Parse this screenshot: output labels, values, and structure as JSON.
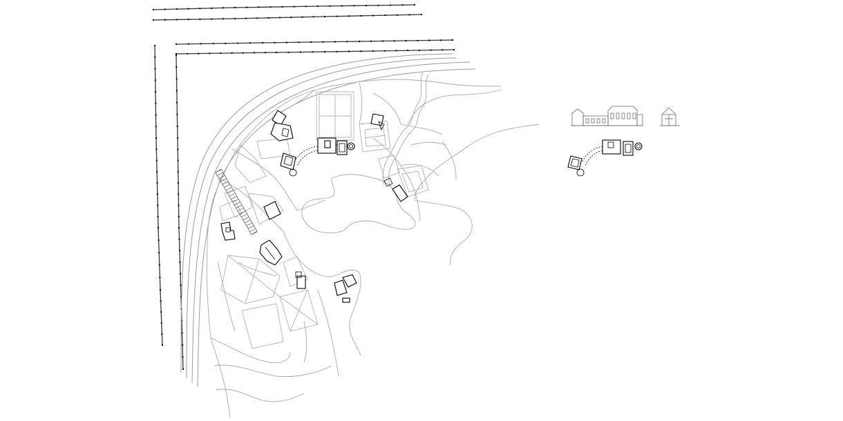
{
  "drawing": {
    "colors": {
      "background": "#ffffff",
      "building_outline": "#000000",
      "landscape_line": "#a8a8a8",
      "fence_line": "#333333"
    },
    "elements": [
      "site-plan",
      "boundary-fence",
      "access-road",
      "buildings",
      "pond",
      "garden-plots",
      "elevation-view",
      "section-view",
      "plan-detail"
    ]
  }
}
